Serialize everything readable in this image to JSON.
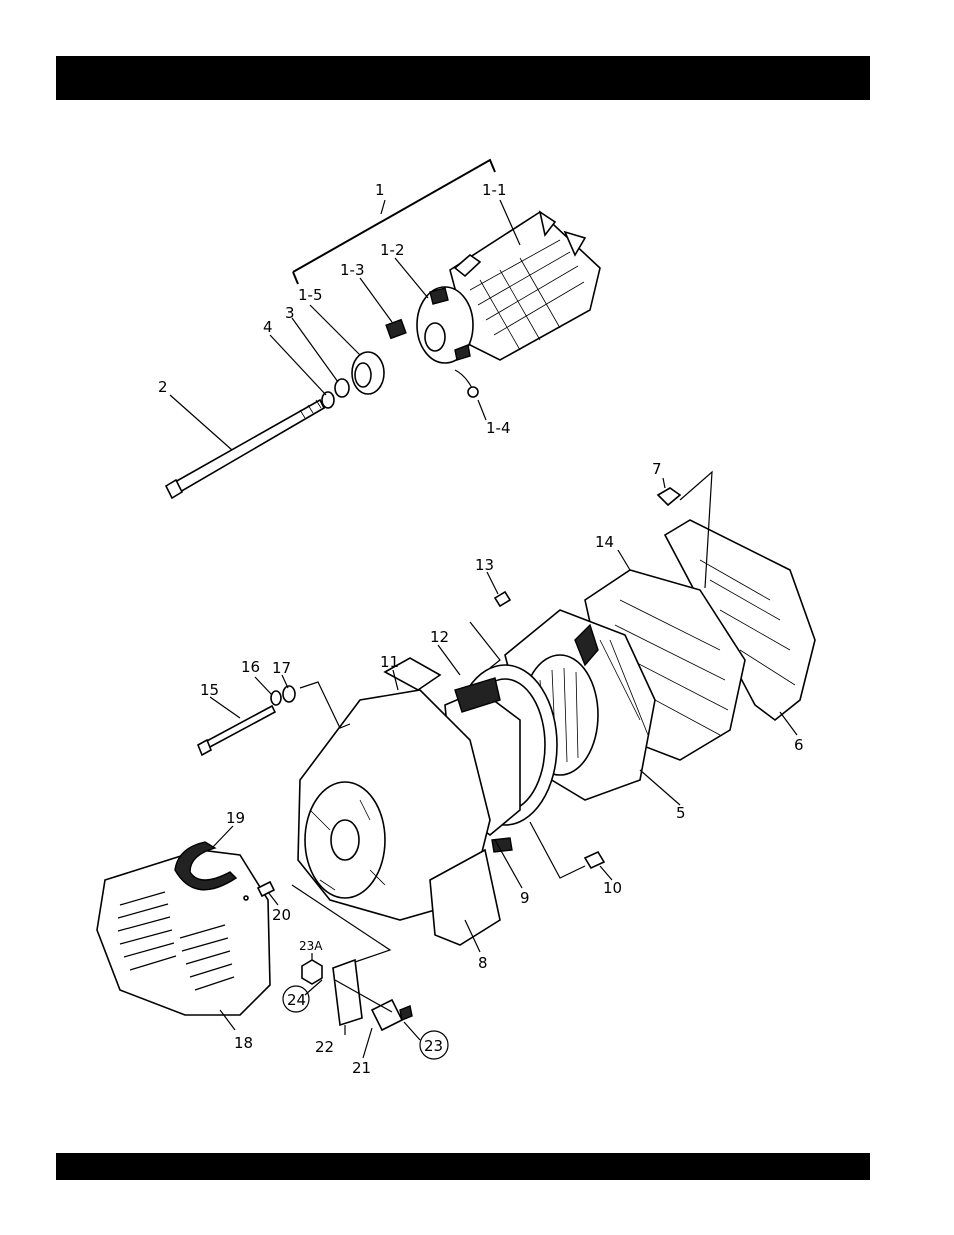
{
  "header": {
    "title": ""
  },
  "footer": {
    "text": ""
  },
  "callouts": {
    "c1": "1",
    "c1_1": "1-1",
    "c1_2": "1-2",
    "c1_3": "1-3",
    "c1_4": "1-4",
    "c1_5": "1-5",
    "c2": "2",
    "c3": "3",
    "c4": "4",
    "c5": "5",
    "c6": "6",
    "c7": "7",
    "c8": "8",
    "c9": "9",
    "c10": "10",
    "c11": "11",
    "c12": "12",
    "c13": "13",
    "c14": "14",
    "c15": "15",
    "c16": "16",
    "c17": "17",
    "c18": "18",
    "c19": "19",
    "c20": "20",
    "c21": "21",
    "c22": "22",
    "c23": "23",
    "c23a": "23A",
    "c24": "24"
  }
}
